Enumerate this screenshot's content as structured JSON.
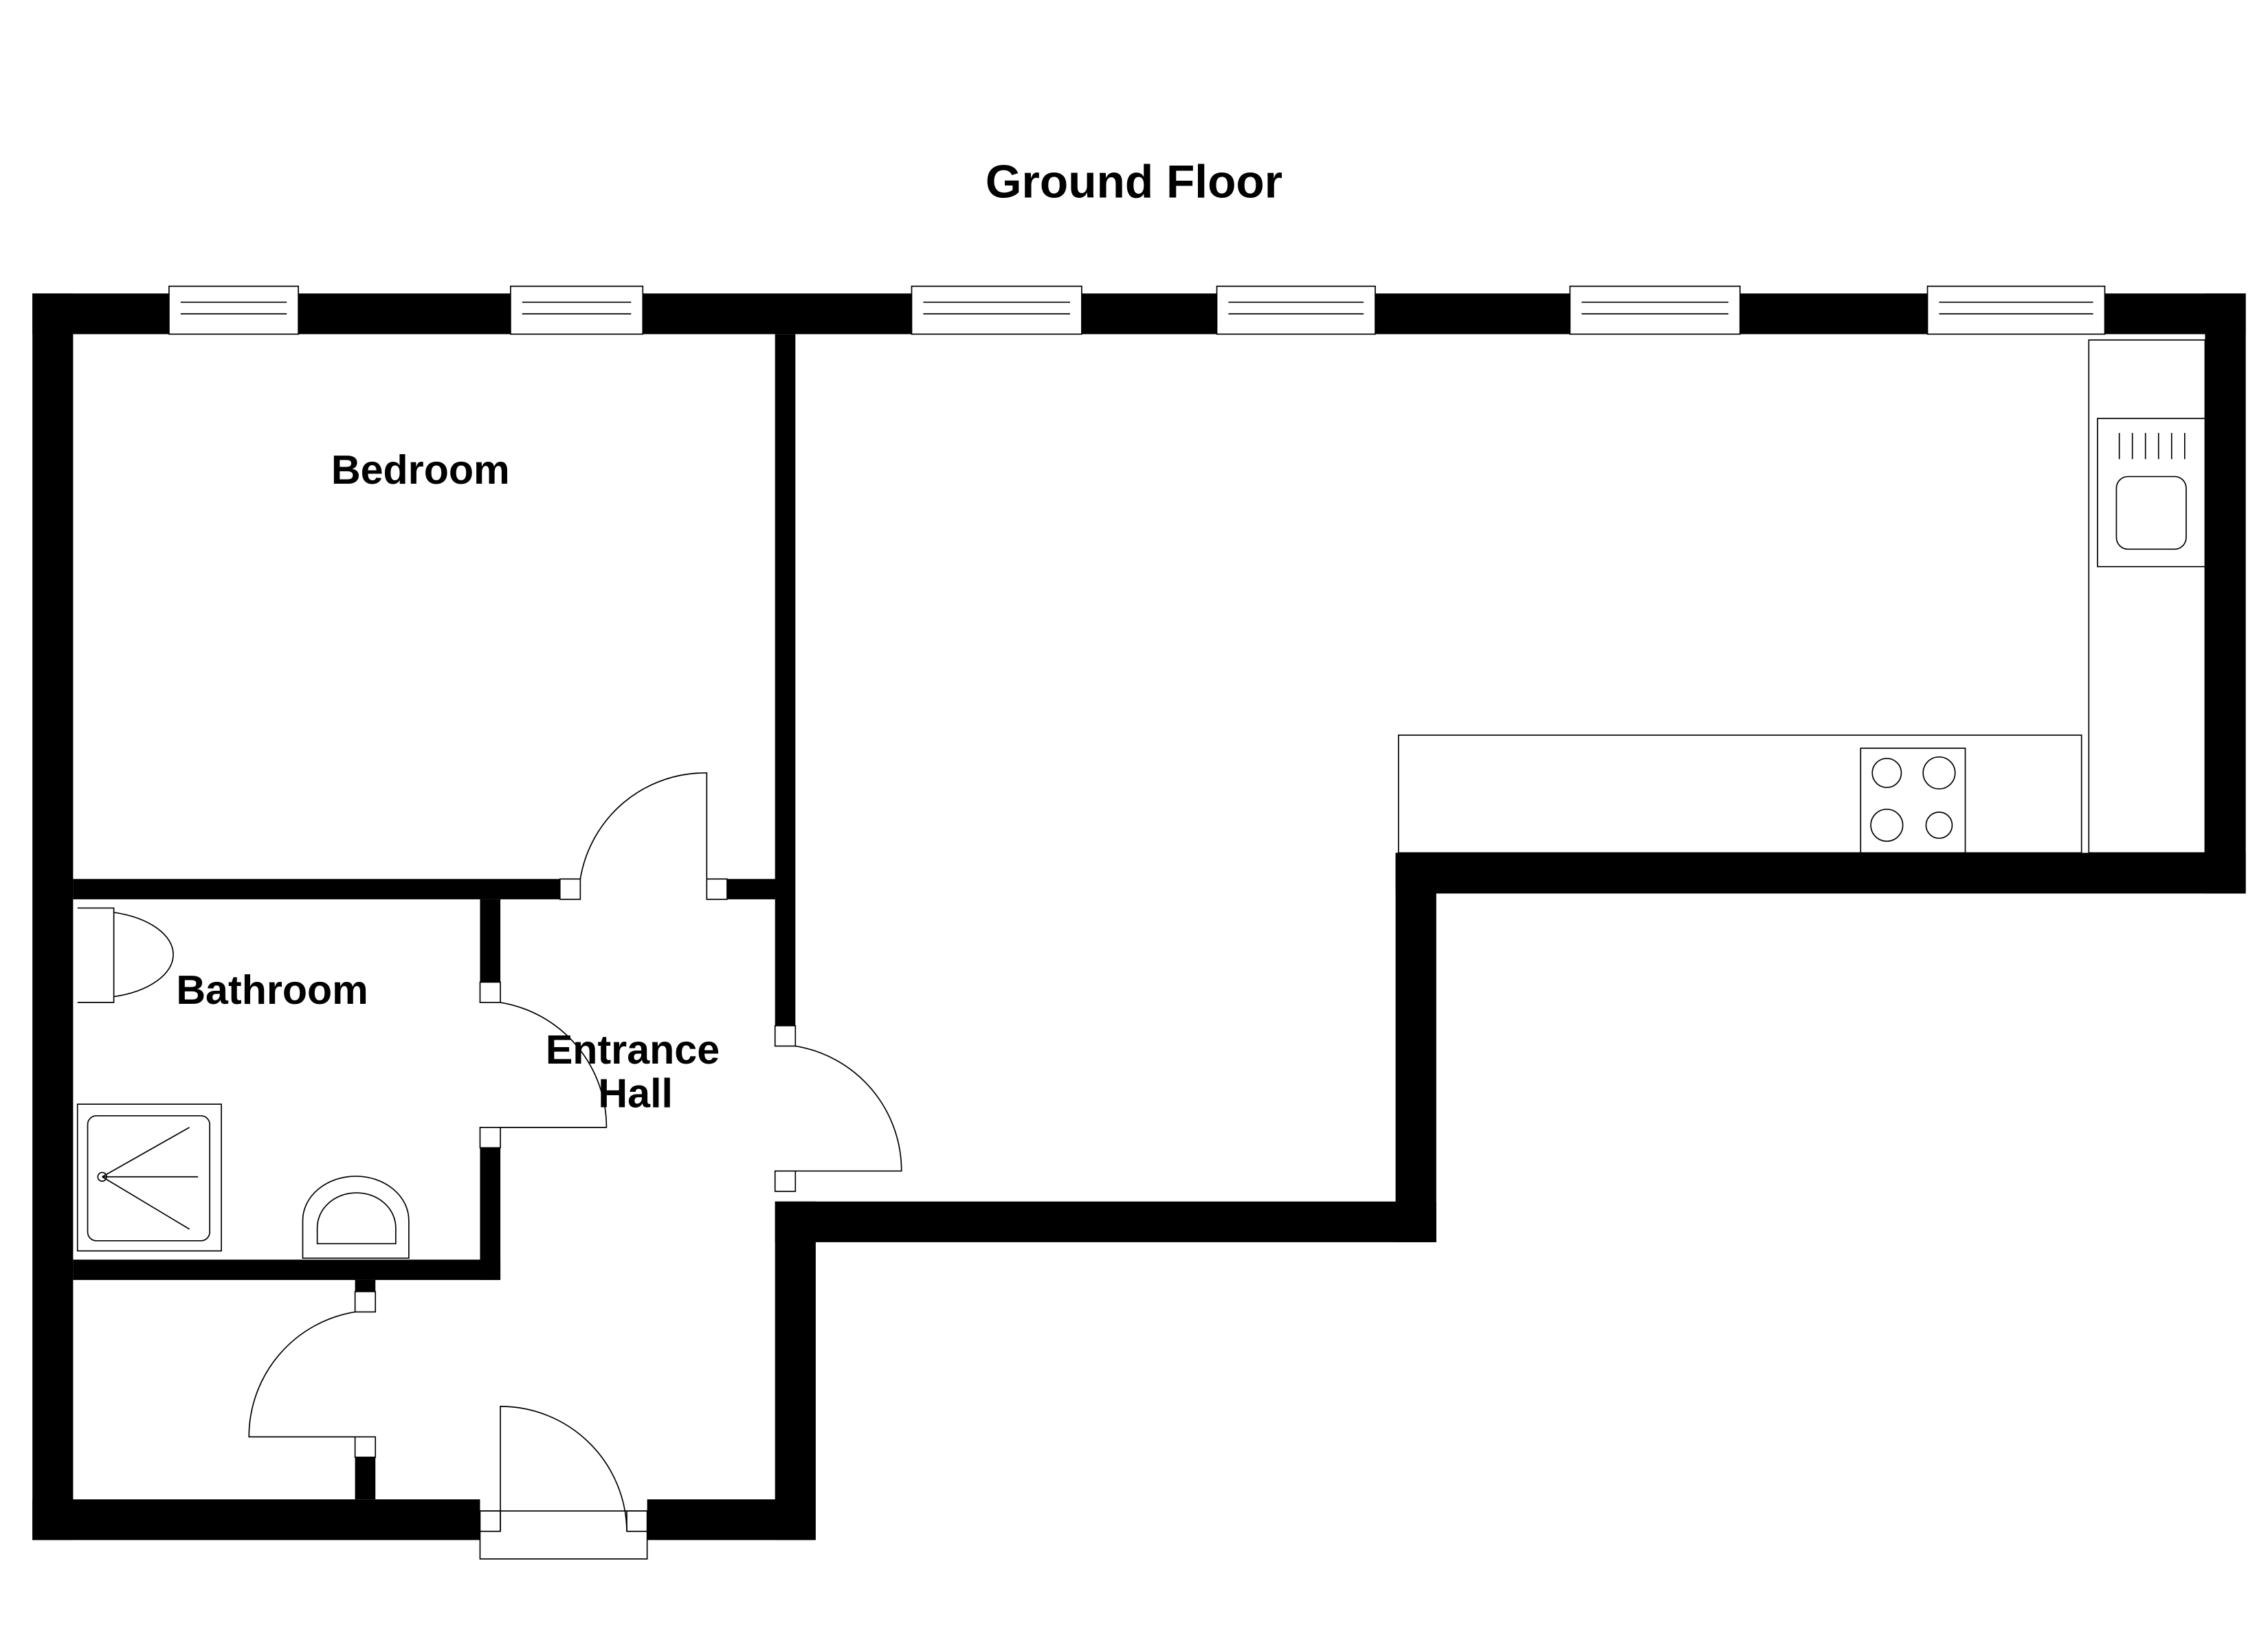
{
  "title": "Ground Floor",
  "rooms": {
    "bedroom": "Bedroom",
    "bathroom": "Bathroom",
    "entrance_hall_line1": "Entrance",
    "entrance_hall_line2": "Hall"
  },
  "colors": {
    "wall": "#000000",
    "background": "#ffffff"
  }
}
